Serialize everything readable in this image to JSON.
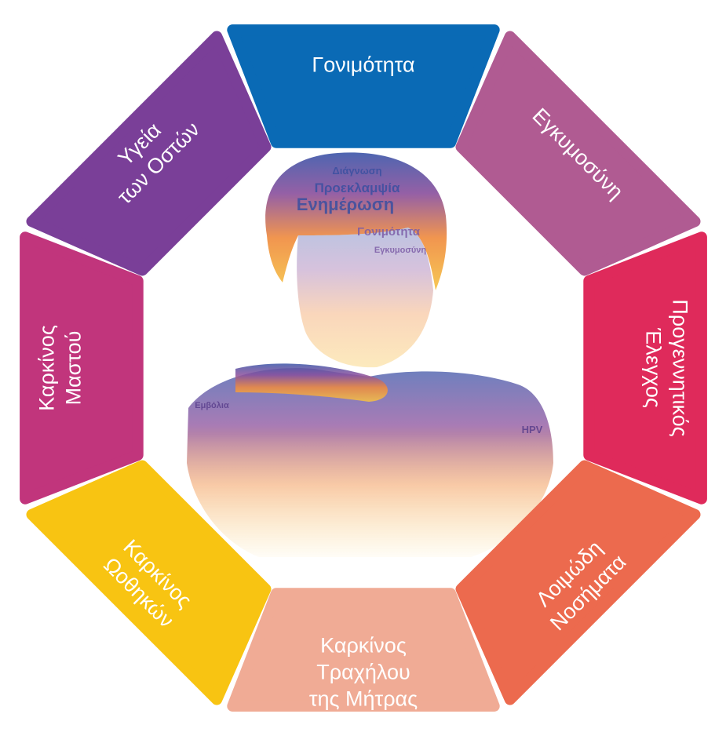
{
  "segments": [
    {
      "id": "fertility",
      "lines": [
        "Γονιμότητα"
      ],
      "color": "#0a6ab5"
    },
    {
      "id": "pregnancy",
      "lines": [
        "Εγκυμοσύνη"
      ],
      "color": "#b05b92"
    },
    {
      "id": "prenatal",
      "lines": [
        "Προγεννητικός",
        "Έλεγχος"
      ],
      "color": "#df2a5b"
    },
    {
      "id": "std",
      "lines": [
        "Λοιμώδη",
        "Νοσήματα"
      ],
      "color": "#ec6a4e"
    },
    {
      "id": "cervical",
      "lines": [
        "Καρκίνος",
        "Τραχήλου",
        "της Μήτρας"
      ],
      "color": "#f0ab95"
    },
    {
      "id": "ovarian",
      "lines": [
        "Καρκίνος",
        "Ωοθηκών"
      ],
      "color": "#f8c412"
    },
    {
      "id": "breast",
      "lines": [
        "Καρκίνος",
        "Μαστού"
      ],
      "color": "#c1357c"
    },
    {
      "id": "bone",
      "lines": [
        "Υγεία",
        "των Οστών"
      ],
      "color": "#7a3f98"
    }
  ],
  "portrait_words": [
    "Διάγνωση",
    "Προεκλαμψία",
    "Ενημέρωση",
    "Γονιμότητα",
    "Εγκυμοσύνη",
    "Εμβόλια",
    "HPV"
  ],
  "portrait_colors": {
    "top": "#3b55a8",
    "mid": "#8a4f9c",
    "low": "#f08a3c",
    "bottom": "#f6c243"
  }
}
